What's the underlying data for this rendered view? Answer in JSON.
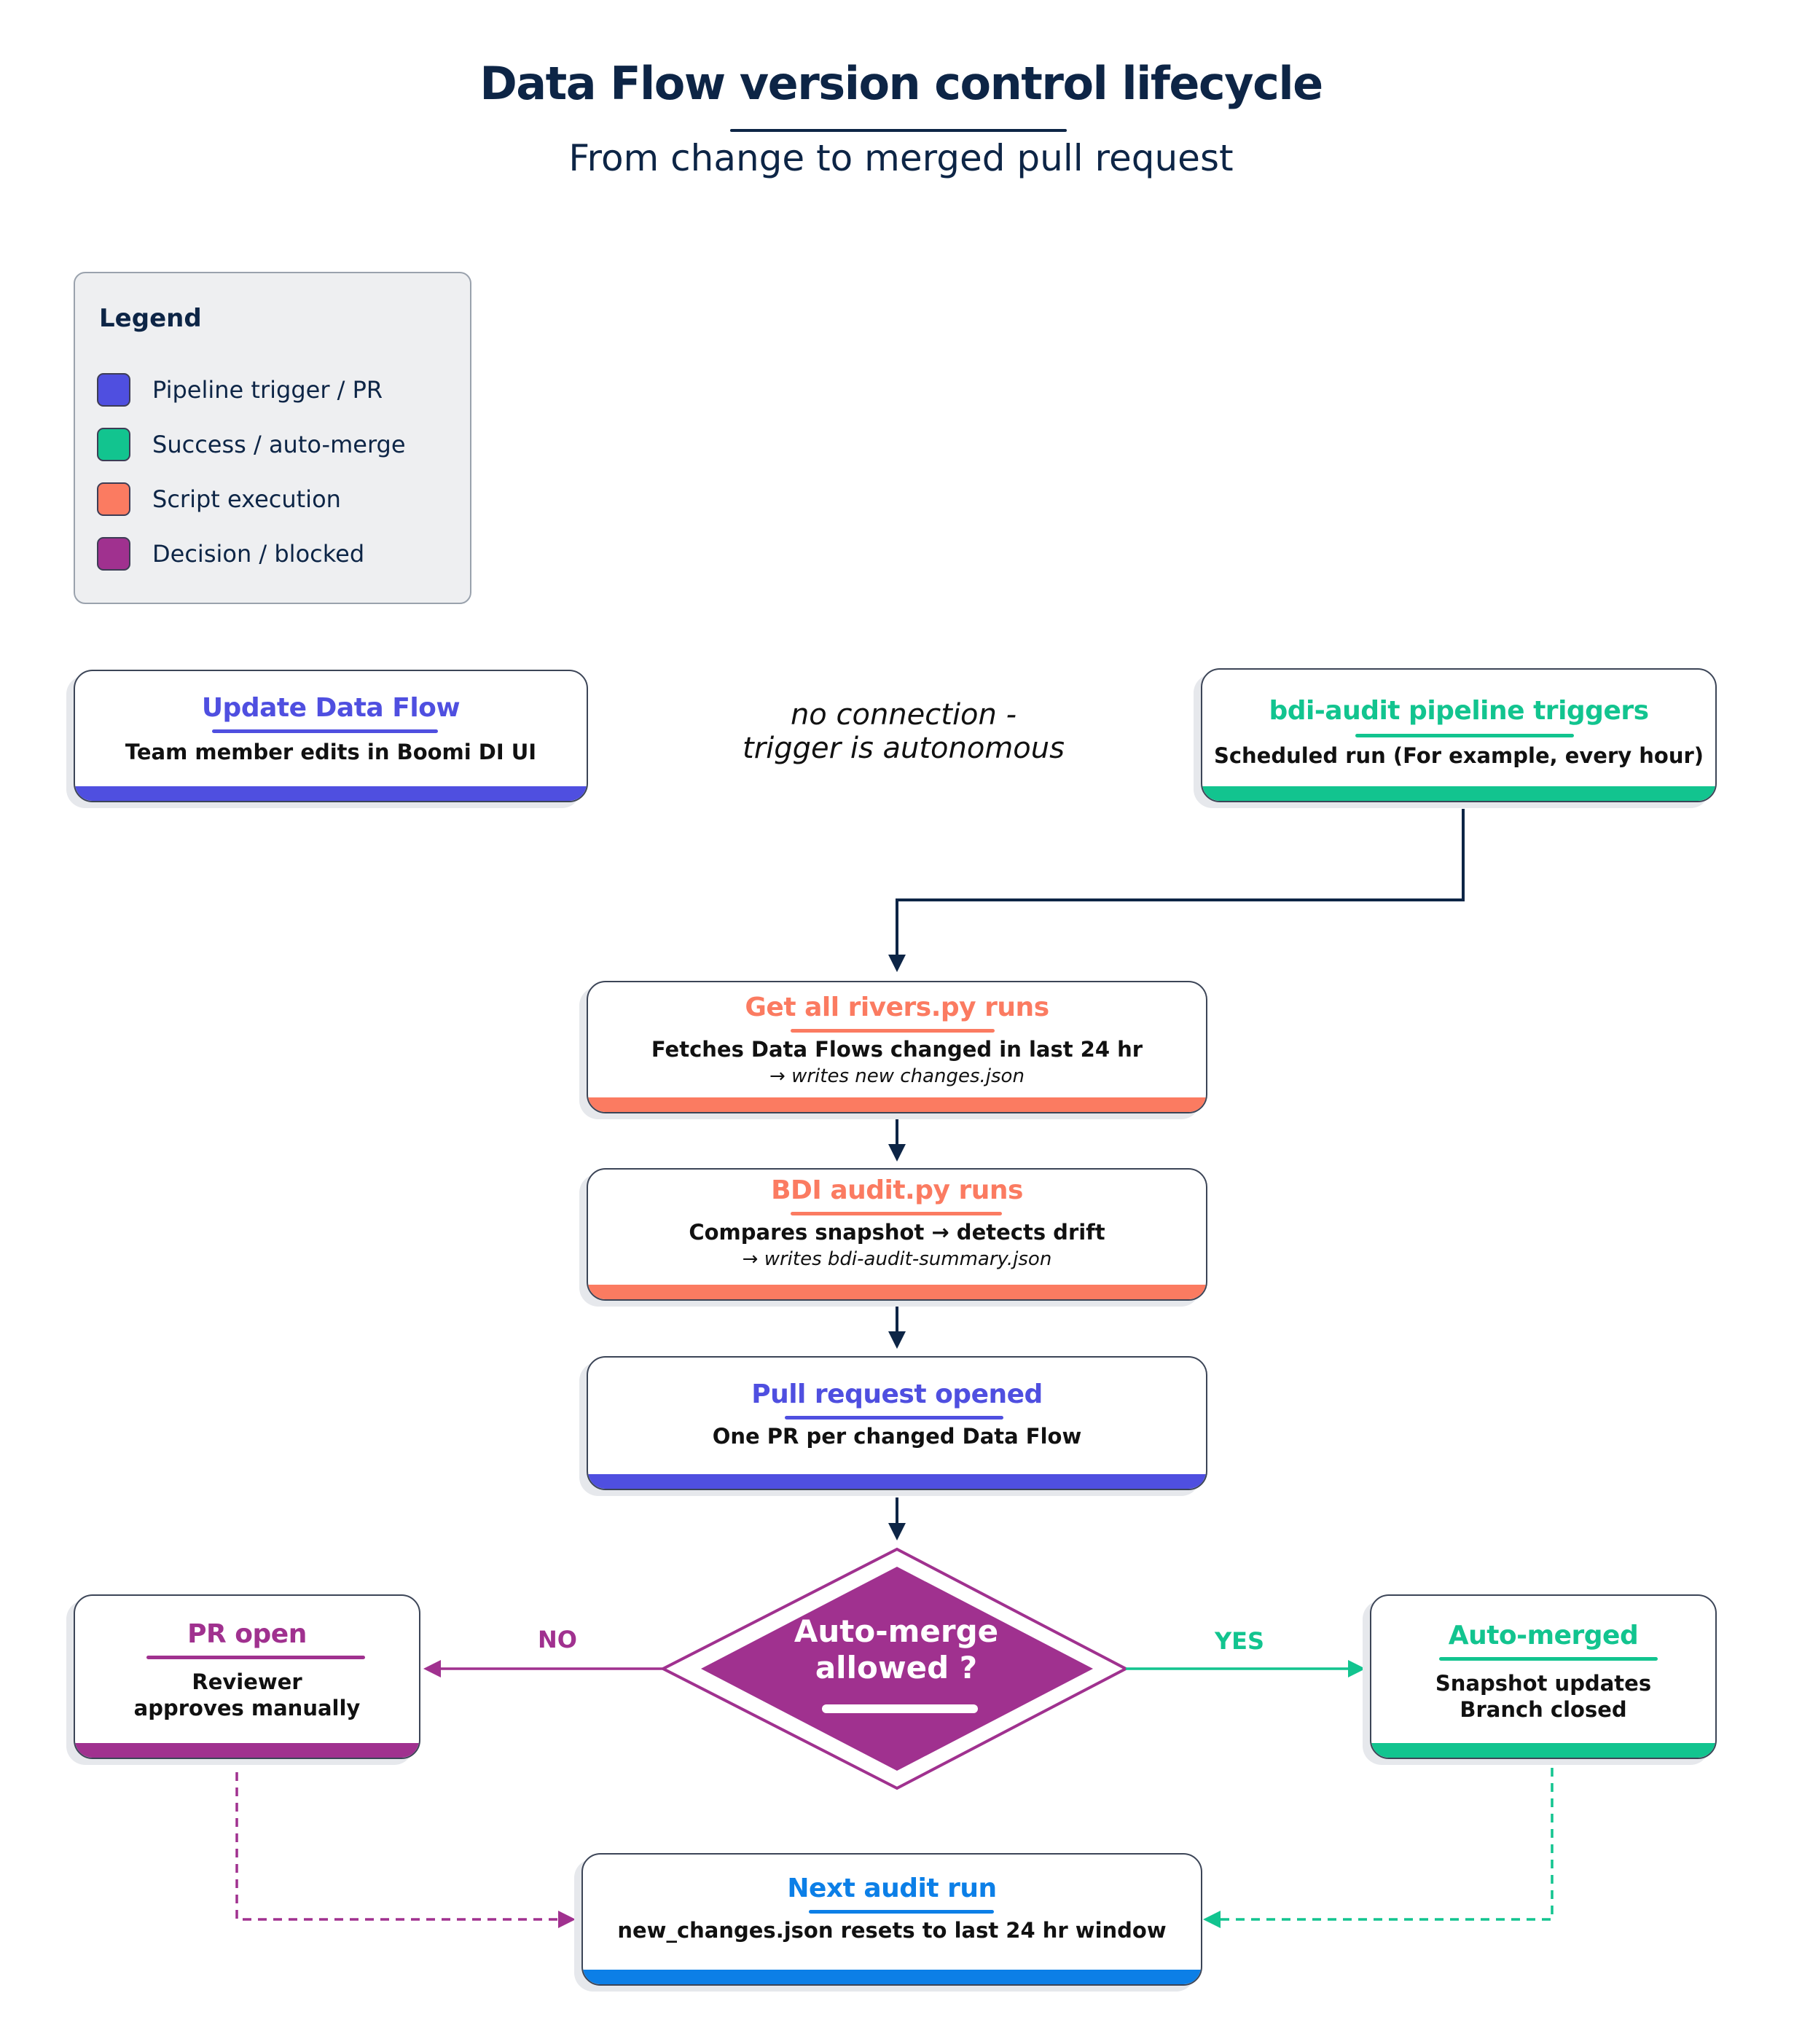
{
  "header": {
    "title": "Data Flow version  control lifecycle",
    "subtitle": "From change to merged pull request"
  },
  "legend": {
    "title": "Legend",
    "items": [
      {
        "label": "Pipeline trigger / PR",
        "color": "#4f4fe0"
      },
      {
        "label": "Success / auto-merge",
        "color": "#12c48f"
      },
      {
        "label": "Script execution",
        "color": "#fb7b61"
      },
      {
        "label": "Decision / blocked",
        "color": "#a0318f"
      }
    ]
  },
  "colors": {
    "indigo": "#4f4fe0",
    "green": "#12c48f",
    "coral": "#fb7b61",
    "purple": "#a0318f",
    "blue": "#0c7fe7",
    "navy": "#0d2546"
  },
  "nodes": {
    "update_data_flow": {
      "title": "Update Data Flow",
      "subtitle": "Team member edits in Boomi DI UI"
    },
    "audit_pipeline": {
      "title": "bdi-audit pipeline triggers",
      "subtitle": "Scheduled run (For example, every hour)"
    },
    "get_rivers": {
      "title": "Get all rivers.py runs",
      "subtitle": "Fetches Data Flows changed in last 24 hr",
      "note": "→ writes new changes.json"
    },
    "bdi_audit": {
      "title": "BDI audit.py runs",
      "subtitle": "Compares snapshot → detects drift",
      "note": "→ writes bdi-audit-summary.json"
    },
    "pull_request": {
      "title": "Pull request opened",
      "subtitle": "One PR per changed Data Flow"
    },
    "pr_open": {
      "title": "PR open",
      "subtitle_line1": "Reviewer",
      "subtitle_line2": "approves manually"
    },
    "auto_merged": {
      "title": "Auto-merged",
      "subtitle_line1": "Snapshot updates",
      "subtitle_line2": "Branch closed"
    },
    "next_audit": {
      "title": "Next audit run",
      "subtitle": "new_changes.json resets to last 24 hr window"
    }
  },
  "decision": {
    "line1": "Auto-merge",
    "line2": "allowed ?"
  },
  "note": {
    "line1": "no connection -",
    "line2": "trigger is autonomous"
  },
  "edge_labels": {
    "no": "NO",
    "yes": "YES"
  }
}
